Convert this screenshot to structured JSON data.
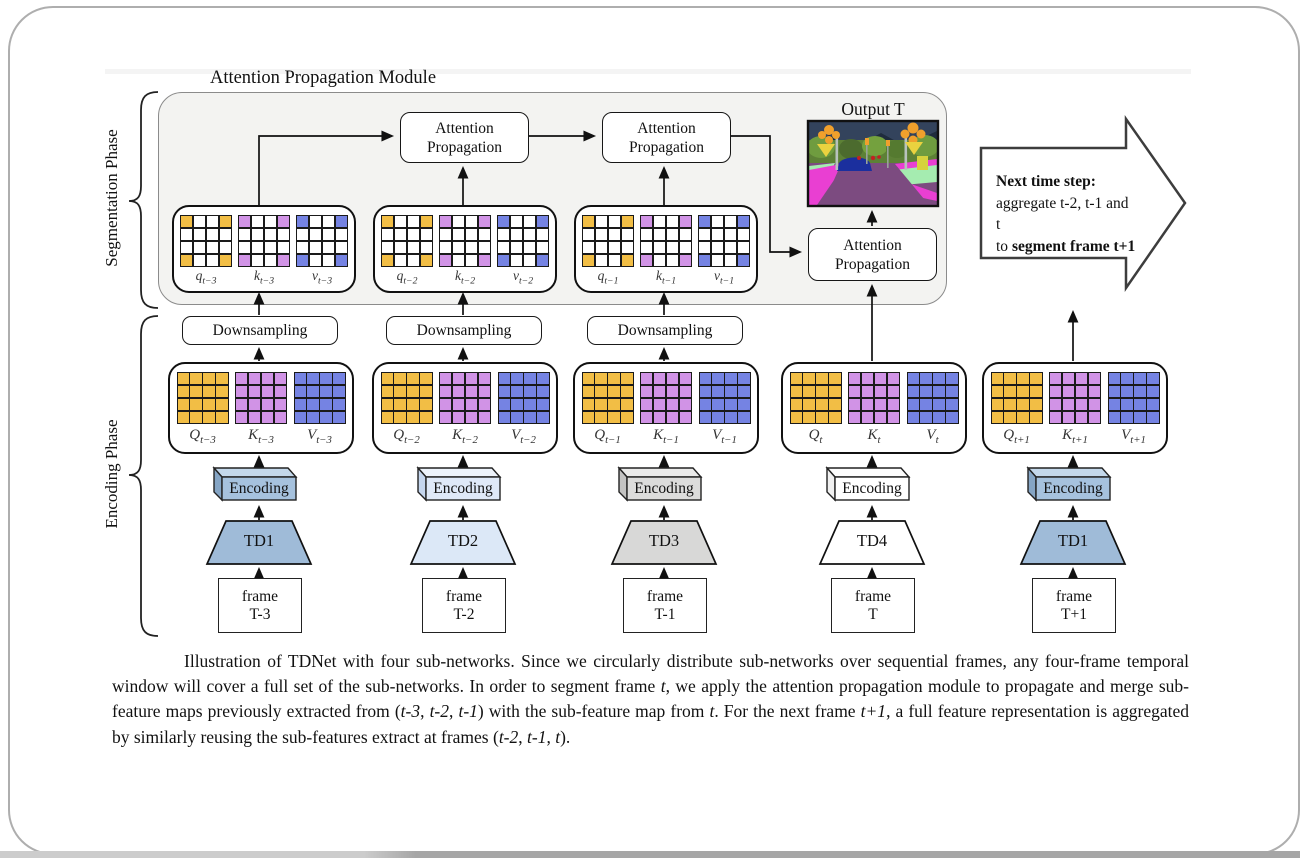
{
  "figure": {
    "title": "Attention Propagation Module",
    "phases": {
      "segmentation": "Segmentation Phase",
      "encoding": "Encoding Phase"
    },
    "output_label": "Output T",
    "attention_line1": "Attention",
    "attention_line2": "Propagation",
    "downsampling_label": "Downsampling",
    "encoding_label": "Encoding",
    "td_labels": [
      "TD1",
      "TD2",
      "TD3",
      "TD4",
      "TD1"
    ],
    "frames": [
      {
        "l1": "frame",
        "l2": "T-3"
      },
      {
        "l1": "frame",
        "l2": "T-2"
      },
      {
        "l1": "frame",
        "l2": "T-1"
      },
      {
        "l1": "frame",
        "l2": "T"
      },
      {
        "l1": "frame",
        "l2": "T+1"
      }
    ],
    "patterns": {
      "small": "corners",
      "large": "full"
    },
    "colors": {
      "q": "#F2BE45",
      "k": "#D193E6",
      "v": "#7583E3",
      "td_blue": "#9FBBD8",
      "td_lightblue": "#DCE8F7",
      "td_gray": "#D8D8D7",
      "td_white": "#FFFFFF",
      "enc_blue": "#A6C2DE",
      "enc_lightblue": "#DFE9F8",
      "enc_gray": "#DCDCDB",
      "enc_white": "#FFFFFF"
    },
    "small_groups": [
      {
        "q": [
          {
            "t": "q",
            "i": true
          },
          {
            "t": "t−3",
            "i": true,
            "sub": true
          }
        ],
        "k": [
          {
            "t": "k",
            "i": true
          },
          {
            "t": "t−3",
            "i": true,
            "sub": true
          }
        ],
        "v": [
          {
            "t": "v",
            "i": true
          },
          {
            "t": "t−3",
            "i": true,
            "sub": true
          }
        ]
      },
      {
        "q": [
          {
            "t": "q",
            "i": true
          },
          {
            "t": "t−2",
            "i": true,
            "sub": true
          }
        ],
        "k": [
          {
            "t": "k",
            "i": true
          },
          {
            "t": "t−2",
            "i": true,
            "sub": true
          }
        ],
        "v": [
          {
            "t": "v",
            "i": true
          },
          {
            "t": "t−2",
            "i": true,
            "sub": true
          }
        ]
      },
      {
        "q": [
          {
            "t": "q",
            "i": true
          },
          {
            "t": "t−1",
            "i": true,
            "sub": true
          }
        ],
        "k": [
          {
            "t": "k",
            "i": true
          },
          {
            "t": "t−1",
            "i": true,
            "sub": true
          }
        ],
        "v": [
          {
            "t": "v",
            "i": true
          },
          {
            "t": "t−1",
            "i": true,
            "sub": true
          }
        ]
      }
    ],
    "large_groups": [
      {
        "q": [
          {
            "t": "Q",
            "i": true
          },
          {
            "t": "t−3",
            "i": true,
            "sub": true
          }
        ],
        "k": [
          {
            "t": "K",
            "i": true
          },
          {
            "t": "t−3",
            "i": true,
            "sub": true
          }
        ],
        "v": [
          {
            "t": "V",
            "i": true
          },
          {
            "t": "t−3",
            "i": true,
            "sub": true
          }
        ]
      },
      {
        "q": [
          {
            "t": "Q",
            "i": true
          },
          {
            "t": "t−2",
            "i": true,
            "sub": true
          }
        ],
        "k": [
          {
            "t": "K",
            "i": true
          },
          {
            "t": "t−2",
            "i": true,
            "sub": true
          }
        ],
        "v": [
          {
            "t": "V",
            "i": true
          },
          {
            "t": "t−2",
            "i": true,
            "sub": true
          }
        ]
      },
      {
        "q": [
          {
            "t": "Q",
            "i": true
          },
          {
            "t": "t−1",
            "i": true,
            "sub": true
          }
        ],
        "k": [
          {
            "t": "K",
            "i": true
          },
          {
            "t": "t−1",
            "i": true,
            "sub": true
          }
        ],
        "v": [
          {
            "t": "V",
            "i": true
          },
          {
            "t": "t−1",
            "i": true,
            "sub": true
          }
        ]
      },
      {
        "q": [
          {
            "t": "Q",
            "i": true
          },
          {
            "t": "t",
            "i": true,
            "sub": true
          }
        ],
        "k": [
          {
            "t": "K",
            "i": true
          },
          {
            "t": "t",
            "i": true,
            "sub": true
          }
        ],
        "v": [
          {
            "t": "V",
            "i": true
          },
          {
            "t": "t",
            "i": true,
            "sub": true
          }
        ]
      },
      {
        "q": [
          {
            "t": "Q",
            "i": true
          },
          {
            "t": "t+1",
            "i": true,
            "sub": true
          }
        ],
        "k": [
          {
            "t": "K",
            "i": true
          },
          {
            "t": "t+1",
            "i": true,
            "sub": true
          }
        ],
        "v": [
          {
            "t": "V",
            "i": true
          },
          {
            "t": "t+1",
            "i": true,
            "sub": true
          }
        ]
      }
    ],
    "next_step": {
      "line1": [
        {
          "t": "Next time step:",
          "b": true
        }
      ],
      "line2": [
        {
          "t": "aggregate  t-2, t-1 and t"
        }
      ],
      "line3": [
        {
          "t": "to "
        },
        {
          "t": "segment frame t+1",
          "b": true
        }
      ]
    }
  },
  "caption": {
    "segments": [
      {
        "t": "Illustration of TDNet with four sub-networks. Since we circularly distribute sub-networks over sequential frames, any four-frame temporal window will cover a full set of the sub-networks.  In order to segment frame "
      },
      {
        "t": "t",
        "i": true
      },
      {
        "t": ", we apply the attention propagation module to propagate and merge sub-feature maps previously extracted from ("
      },
      {
        "t": "t-3",
        "i": true
      },
      {
        "t": ", "
      },
      {
        "t": "t-2",
        "i": true
      },
      {
        "t": ", "
      },
      {
        "t": "t-1",
        "i": true
      },
      {
        "t": ") with the sub-feature map from "
      },
      {
        "t": "t",
        "i": true
      },
      {
        "t": ". For the next frame "
      },
      {
        "t": "t+1",
        "i": true
      },
      {
        "t": ", a full feature representation is aggregated by similarly reusing the sub-features extract at frames ("
      },
      {
        "t": "t-2",
        "i": true
      },
      {
        "t": ", "
      },
      {
        "t": "t-1",
        "i": true
      },
      {
        "t": ", "
      },
      {
        "t": "t",
        "i": true
      },
      {
        "t": ")."
      }
    ]
  }
}
